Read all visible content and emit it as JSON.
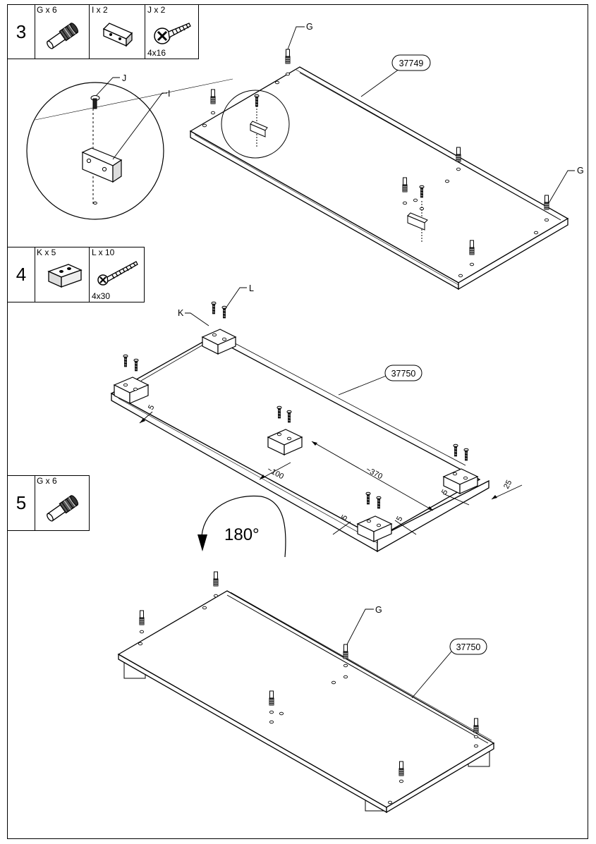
{
  "steps": [
    {
      "number": "3",
      "parts": [
        {
          "label": "G x 6",
          "icon": "dowel-icon",
          "size": ""
        },
        {
          "label": "I x 2",
          "icon": "angle-bracket-icon",
          "size": ""
        },
        {
          "label": "J x 2",
          "icon": "screw-icon",
          "size": "4x16"
        }
      ]
    },
    {
      "number": "4",
      "parts": [
        {
          "label": "K x 5",
          "icon": "foot-block-icon",
          "size": ""
        },
        {
          "label": "L x 10",
          "icon": "long-screw-icon",
          "size": "4x30"
        }
      ]
    },
    {
      "number": "5",
      "parts": [
        {
          "label": "G x 6",
          "icon": "dowel-icon",
          "size": ""
        }
      ]
    }
  ],
  "callouts": {
    "g": "G",
    "i": "I",
    "j": "J",
    "k": "K",
    "l": "L",
    "panel_step3": "37749",
    "panel_step4": "37750",
    "panel_step5": "37750"
  },
  "dimensions": {
    "d5": "5",
    "d100": "~100",
    "d370": "~370",
    "d25": "25"
  },
  "rotation": "180°"
}
